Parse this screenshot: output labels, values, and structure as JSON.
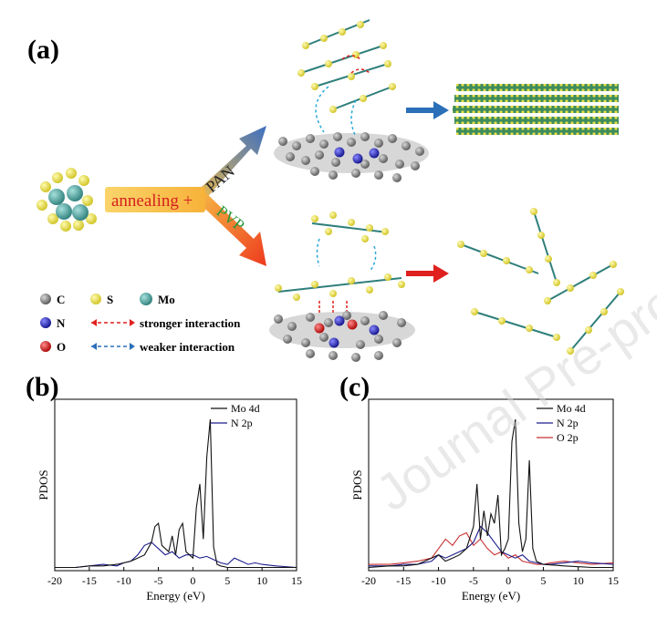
{
  "panels": {
    "a": "(a)",
    "b": "(b)",
    "c": "(c)"
  },
  "schematic": {
    "process": "annealing +",
    "branch_top": "PAN",
    "branch_bottom": "PVP",
    "legend": {
      "c": "C",
      "s": "S",
      "mo": "Mo",
      "n": "N",
      "o": "O",
      "stronger": "stronger interaction",
      "weaker": "weaker interaction"
    },
    "colors": {
      "carbon": "#7a7a7a",
      "sulfur": "#e8e04a",
      "mo": "#4aa3a0",
      "nitrogen": "#2222cc",
      "oxygen": "#d42020",
      "arrow_blue": "#2a6fb8",
      "arrow_red": "#e0201e",
      "annealing_text": "#d42020",
      "pvp_text": "#2a9a3a"
    }
  },
  "watermark": "Journal Pre-proof",
  "chart_data": [
    {
      "type": "line",
      "panel": "(b)",
      "xlabel": "Energy (eV)",
      "ylabel": "PDOS",
      "xlim": [
        -20,
        15
      ],
      "ylim": [
        0,
        1
      ],
      "xticks": [
        -20,
        -15,
        -10,
        -5,
        0,
        5,
        10,
        15
      ],
      "legend_position": "top-right",
      "series": [
        {
          "name": "Mo 4d",
          "color": "#111111",
          "x": [
            -20,
            -17,
            -15,
            -13,
            -11,
            -10,
            -9,
            -8,
            -7,
            -6,
            -5.5,
            -5,
            -4.5,
            -4,
            -3.5,
            -3,
            -2.5,
            -2,
            -1.5,
            -1,
            -0.5,
            0,
            0.5,
            1,
            1.5,
            2,
            2.5,
            3,
            3.5,
            4,
            5,
            6,
            8,
            10,
            12,
            15
          ],
          "y": [
            0.02,
            0.02,
            0.03,
            0.03,
            0.04,
            0.05,
            0.06,
            0.08,
            0.1,
            0.18,
            0.28,
            0.3,
            0.16,
            0.14,
            0.12,
            0.22,
            0.1,
            0.26,
            0.3,
            0.12,
            0.1,
            0.08,
            0.4,
            0.55,
            0.2,
            0.72,
            0.96,
            0.15,
            0.04,
            0.03,
            0.02,
            0.02,
            0.02,
            0.02,
            0.02,
            0.02
          ]
        },
        {
          "name": "N 2p",
          "color": "#1c1c8c",
          "x": [
            -20,
            -17,
            -15,
            -13,
            -11,
            -10,
            -9,
            -8,
            -7,
            -6,
            -5,
            -4,
            -3,
            -2,
            -1,
            0,
            1,
            2,
            3,
            4,
            5,
            6,
            7,
            8,
            9,
            10,
            12,
            15
          ],
          "y": [
            0.02,
            0.02,
            0.03,
            0.04,
            0.03,
            0.05,
            0.06,
            0.1,
            0.16,
            0.18,
            0.14,
            0.1,
            0.12,
            0.08,
            0.1,
            0.1,
            0.08,
            0.09,
            0.07,
            0.05,
            0.04,
            0.08,
            0.06,
            0.04,
            0.05,
            0.04,
            0.03,
            0.02
          ]
        }
      ]
    },
    {
      "type": "line",
      "panel": "(c)",
      "xlabel": "Energy (eV)",
      "ylabel": "PDOS",
      "xlim": [
        -20,
        15
      ],
      "ylim": [
        0,
        1
      ],
      "xticks": [
        -20,
        -15,
        -10,
        -5,
        0,
        5,
        10,
        15
      ],
      "legend_position": "top-right",
      "series": [
        {
          "name": "Mo 4d",
          "color": "#111111",
          "x": [
            -20,
            -17,
            -15,
            -13,
            -11,
            -10,
            -9,
            -8,
            -7,
            -6,
            -5,
            -4.5,
            -4,
            -3.5,
            -3,
            -2.5,
            -2,
            -1.5,
            -1,
            -0.5,
            0,
            0.5,
            1,
            1.5,
            2,
            2.5,
            3,
            3.5,
            4,
            5,
            8,
            12,
            15
          ],
          "y": [
            0.02,
            0.03,
            0.03,
            0.04,
            0.08,
            0.1,
            0.06,
            0.08,
            0.1,
            0.14,
            0.28,
            0.55,
            0.2,
            0.38,
            0.22,
            0.36,
            0.3,
            0.48,
            0.1,
            0.14,
            0.2,
            0.82,
            0.96,
            0.3,
            0.12,
            0.2,
            0.7,
            0.14,
            0.06,
            0.04,
            0.03,
            0.02,
            0.02
          ]
        },
        {
          "name": "N 2p",
          "color": "#1c1c8c",
          "x": [
            -20,
            -17,
            -15,
            -13,
            -11,
            -10,
            -9,
            -8,
            -7,
            -6,
            -5,
            -4,
            -3,
            -2,
            -1,
            0,
            1,
            2,
            3,
            4,
            5,
            6,
            8,
            10,
            12,
            15
          ],
          "y": [
            0.03,
            0.03,
            0.04,
            0.04,
            0.06,
            0.1,
            0.08,
            0.1,
            0.12,
            0.14,
            0.18,
            0.28,
            0.24,
            0.18,
            0.12,
            0.1,
            0.08,
            0.1,
            0.06,
            0.05,
            0.04,
            0.04,
            0.05,
            0.06,
            0.05,
            0.04
          ]
        },
        {
          "name": "O 2p",
          "color": "#c83232",
          "x": [
            -20,
            -17,
            -15,
            -13,
            -11,
            -10,
            -9,
            -8,
            -7,
            -6,
            -5,
            -4,
            -3,
            -2,
            -1,
            0,
            1,
            2,
            3,
            4,
            5,
            6,
            8,
            10,
            12,
            15
          ],
          "y": [
            0.04,
            0.04,
            0.05,
            0.06,
            0.08,
            0.14,
            0.2,
            0.16,
            0.22,
            0.24,
            0.16,
            0.2,
            0.14,
            0.1,
            0.12,
            0.08,
            0.1,
            0.06,
            0.05,
            0.04,
            0.04,
            0.05,
            0.06,
            0.05,
            0.04,
            0.05
          ]
        }
      ]
    }
  ]
}
